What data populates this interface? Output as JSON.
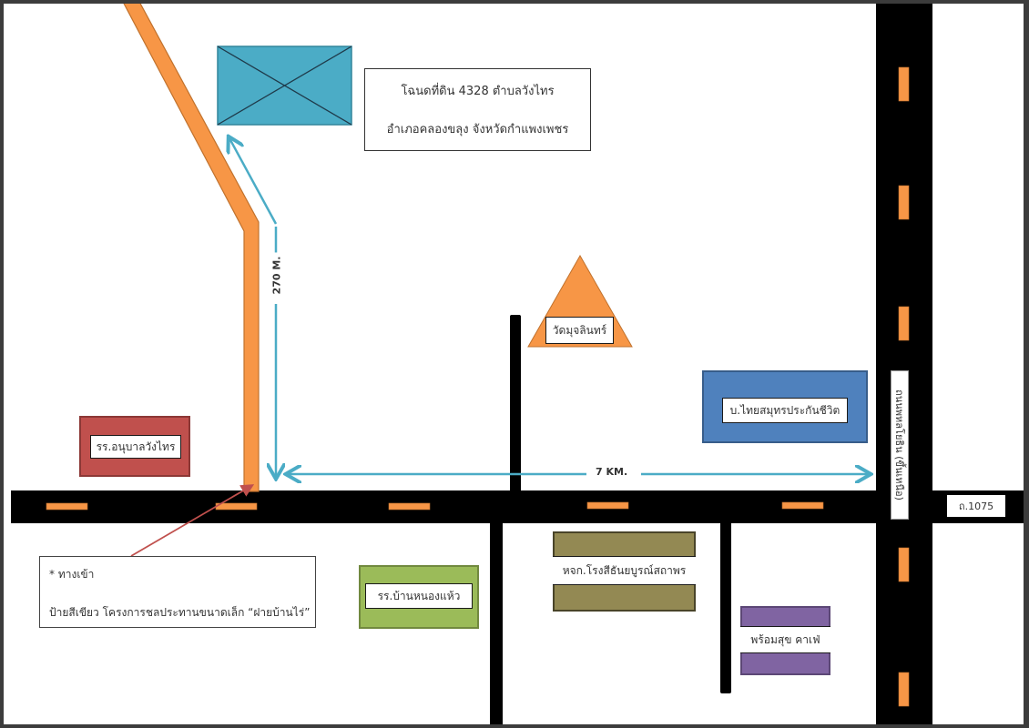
{
  "title_box": {
    "line1": "โฉนดที่ดิน 4328  ตำบลวังไทร",
    "line2": "อำเภอคลองขลุง  จังหวัดกำแพงเพชร"
  },
  "distances": {
    "vertical": "270 M.",
    "horizontal": "7 KM."
  },
  "landmarks": {
    "temple": "วัดมุจลินทร์",
    "insurance": "บ.ไทยสมุทรประกันชีวิต",
    "kindergarten": "รร.อนุบาลวังไทร",
    "school": "รร.บ้านหนองแห้ว",
    "factory": "หจก.โรงสีธันยบูรณ์สถาพร",
    "cafe": "พร้อมสุข คาเฟ่"
  },
  "roads": {
    "main_highway": "ถนนพหลโยธิน (ขึ้นเหนือ)",
    "route_number": "ถ.1075"
  },
  "entrance_note": {
    "line1": "* ทางเข้า",
    "line2": "ป้ายสีเขียว โครงการชลประทานขนาดเล็ก “ฝายบ้านไร่”"
  },
  "colors": {
    "road": "#000000",
    "road_marking": "#f79646",
    "access_road": "#f79646",
    "land_plot": "#4bacc6",
    "arrow": "#4bacc6",
    "temple": "#f79646",
    "insurance": "#4f81bd",
    "kindergarten": "#c0504d",
    "school": "#9bbb59",
    "factory": "#938953",
    "cafe": "#8064a2",
    "entrance_pointer": "#c0504d"
  }
}
